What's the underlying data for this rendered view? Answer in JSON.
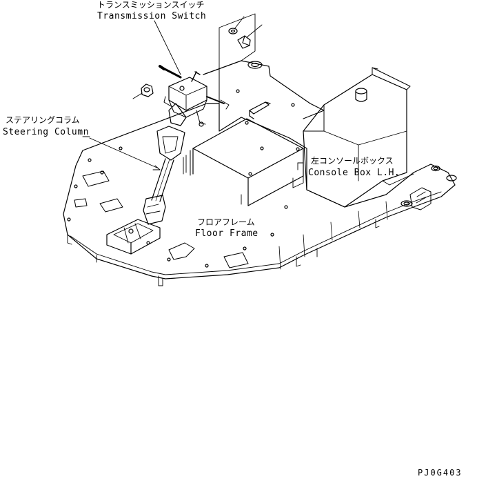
{
  "labels": {
    "transmission_switch": {
      "jp": "トランスミッションスイッチ",
      "en": "Transmission Switch"
    },
    "steering_column": {
      "jp": "ステアリングコラム",
      "en": "Steering Column"
    },
    "console_box": {
      "jp": "左コンソールボックス",
      "en": "Console Box L.H."
    },
    "floor_frame": {
      "jp": "フロアフレーム",
      "en": "Floor Frame"
    }
  },
  "drawing_code": "PJ0G403"
}
